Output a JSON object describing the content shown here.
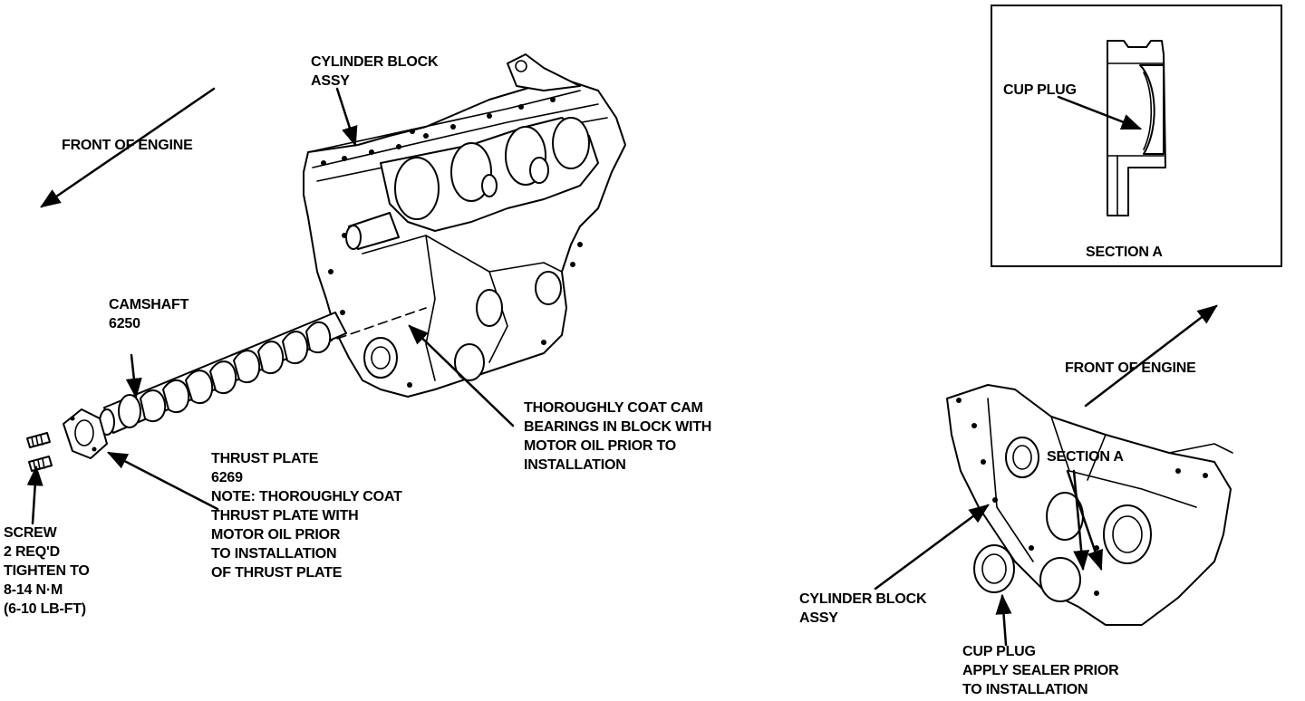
{
  "labels": {
    "front_left": "FRONT OF ENGINE",
    "cylinder_block_top": [
      "CYLINDER BLOCK",
      "ASSY"
    ],
    "camshaft": [
      "CAMSHAFT",
      "6250"
    ],
    "coat_cam": [
      "THOROUGHLY COAT CAM",
      "BEARINGS IN BLOCK WITH",
      "MOTOR OIL PRIOR TO",
      "INSTALLATION"
    ],
    "thrust_plate": [
      "THRUST PLATE",
      "6269",
      "NOTE: THOROUGHLY COAT",
      "THRUST PLATE WITH",
      "MOTOR OIL PRIOR",
      "TO INSTALLATION",
      "OF THRUST PLATE"
    ],
    "screw": [
      "SCREW",
      "2 REQ'D",
      "TIGHTEN TO",
      "8-14 N·m",
      "(6-10 LB-FT)"
    ],
    "inset_cup_plug": "CUP PLUG",
    "inset_section": "SECTION A",
    "front_right": "FRONT OF ENGINE",
    "section_a_callout": "SECTION A",
    "cylinder_block_bottom": [
      "CYLINDER BLOCK",
      "ASSY"
    ],
    "cup_plug_bottom": [
      "CUP PLUG",
      "APPLY SEALER PRIOR",
      "TO INSTALLATION"
    ]
  }
}
